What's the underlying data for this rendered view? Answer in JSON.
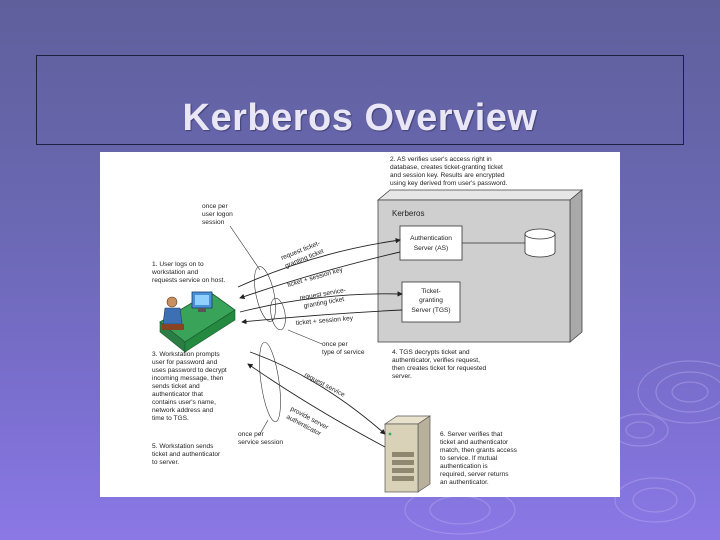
{
  "slide": {
    "title": "Kerberos Overview"
  },
  "diagram": {
    "kerberos_label": "Kerberos",
    "as_label": [
      "Authentication",
      "Server (AS)"
    ],
    "tgs_label": [
      "Ticket-",
      "granting",
      "Server (TGS)"
    ],
    "notes": {
      "as_verifies": [
        "2. AS verifies user's access right in",
        "database, creates ticket-granting ticket",
        "and session key. Results are encrypted",
        "using key derived from user's password."
      ],
      "once_per_logon": [
        "once per",
        "user logon",
        "session"
      ],
      "user_logs_on": [
        "1. User logs on to",
        "workstation and",
        "requests service on host."
      ],
      "workstation_prompts": [
        "3. Workstation prompts",
        "user for password and",
        "uses password to decrypt",
        "incoming message, then",
        "sends ticket and",
        "authenticator that",
        "contains user's name,",
        "network address and",
        "time to TGS."
      ],
      "once_per_service_type": [
        "once per",
        "type of service"
      ],
      "tgs_decrypts": [
        "4. TGS decrypts ticket and",
        "authenticator, verifies request,",
        "then creates ticket for requested",
        "server."
      ],
      "once_per_service_session": [
        "once per",
        "service session"
      ],
      "workstation_sends": [
        "5. Workstation sends",
        "ticket and authenticator",
        "to server."
      ],
      "server_verifies": [
        "6. Server verifies that",
        "ticket and authenticator",
        "match, then grants access",
        "to service. If mutual",
        "authentication is",
        "required, server returns",
        "an authenticator."
      ]
    },
    "arrows": {
      "request_tgt": [
        "request ticket-",
        "granting ticket"
      ],
      "ticket_session_key_1": "ticket + session key",
      "request_sgt": [
        "request service-",
        "granting ticket"
      ],
      "ticket_session_key_2": "ticket + session key",
      "request_service": "request service",
      "provide_authenticator": [
        "provide server",
        "authenticator"
      ]
    }
  }
}
